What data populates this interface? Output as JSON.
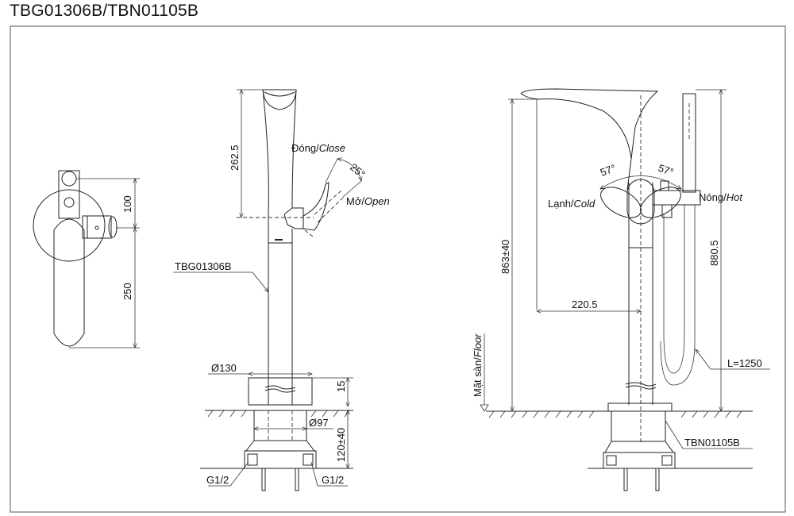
{
  "title": "TBG01306B/TBN01105B",
  "side_view": {
    "dim_top": "100",
    "dim_bottom": "250"
  },
  "front_view": {
    "dim_height": "262.5",
    "close_label": "Đóng/",
    "close_label_en": "Close",
    "angle": "25°",
    "open_label": "Mở/",
    "open_label_en": "Open",
    "part_label": "TBG01306B",
    "dia_top": "Ø130",
    "dim_15": "15",
    "dia_bottom": "Ø97",
    "dim_install": "120±40",
    "thread_left": "G1/2",
    "thread_right": "G1/2"
  },
  "right_view": {
    "angle_left": "57°",
    "angle_right": "57°",
    "cold_label": "Lạnh/",
    "cold_label_en": "Cold",
    "hot_label": "Nóng/",
    "hot_label_en": "Hot",
    "dim_total": "863±40",
    "dim_spout": "880.5",
    "dim_reach": "220.5",
    "floor_label": "Mặt sàn/",
    "floor_label_en": "Floor",
    "hose_length": "L=1250",
    "part_label": "TBN01105B"
  }
}
